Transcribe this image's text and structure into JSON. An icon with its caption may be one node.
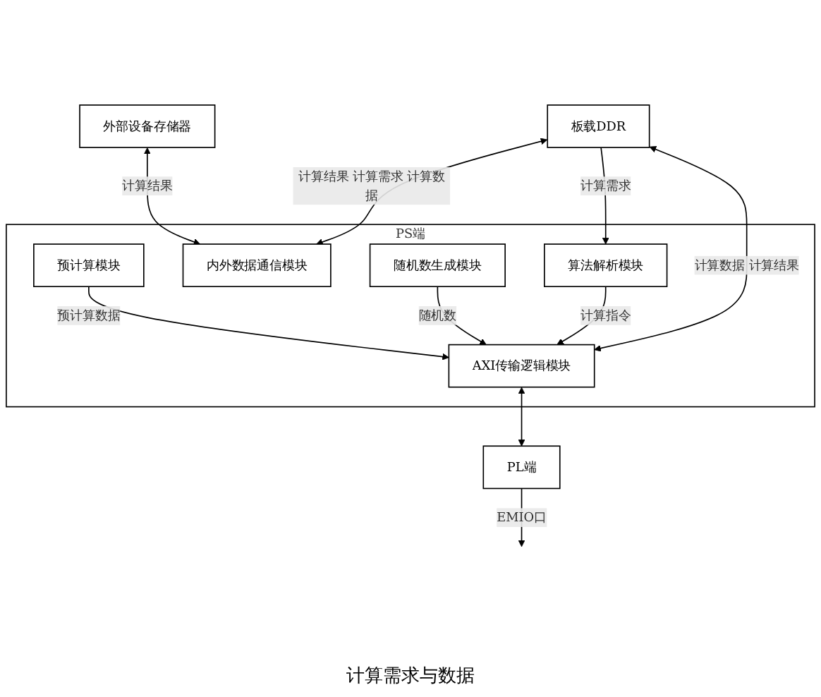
{
  "diagram": {
    "nodes": [
      {
        "text": [
          "PS端"
        ]
      },
      {
        "text": [
          "PL端"
        ]
      },
      {
        "text": [
          "板载DDR"
        ]
      },
      {
        "text": [
          "算法解析模块"
        ],
        "in": 0
      },
      {
        "text": [
          "内外数据通信模块"
        ],
        "in": 0
      },
      {
        "text": [
          "AXI传输逻辑模块"
        ],
        "in": 0
      },
      {
        "text": [
          "随机数生成模块"
        ],
        "in": 0
      },
      {
        "text": [
          "预计算模块"
        ],
        "in": 0
      },
      {
        "text": [
          "外部设备存储器"
        ]
      }
    ],
    "edges": [
      {
        "from": 1,
        "to": null,
        "arrow": "to",
        "label": "EMIO口"
      },
      {
        "from": 2,
        "to": 3,
        "arrow": "to",
        "label": "计算需求"
      },
      {
        "from": 2,
        "to": 4,
        "arrow": "both",
        "label": "计算结果 计算需求 计算数据"
      },
      {
        "from": 2,
        "to": 5,
        "arrow": "both",
        "label": "计算数据 计算结果"
      },
      {
        "from": 3,
        "to": 5,
        "arrow": "to",
        "label": "计算指令"
      },
      {
        "from": 8,
        "to": 4,
        "arrow": "both",
        "label": "计算结果"
      },
      {
        "from": 6,
        "to": 5,
        "arrow": "to",
        "label": "随机数"
      },
      {
        "from": 7,
        "to": 5,
        "arrow": "to",
        "label": "预计算数据"
      },
      {
        "from": 5,
        "to": 1,
        "arrow": "both"
      }
    ],
    "labels": [
      "计算需求与数据"
    ]
  }
}
